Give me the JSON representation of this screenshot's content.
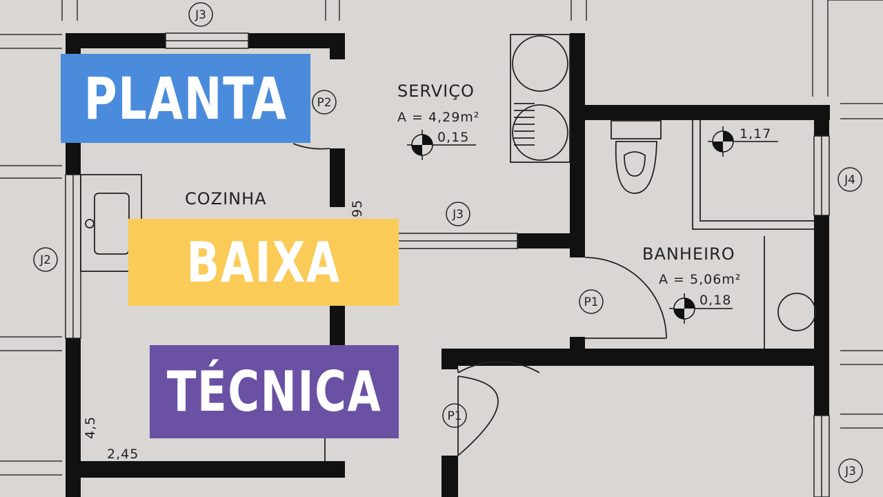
{
  "rooms": {
    "servico": {
      "name": "SERVIÇO",
      "area": "A = 4,29m²",
      "level": "0,15"
    },
    "cozinha": {
      "name": "COZINHA"
    },
    "banheiro": {
      "name": "BANHEIRO",
      "area": "A = 5,06m²",
      "level": "0,18"
    }
  },
  "levels": {
    "box": "1,17"
  },
  "dimensions": {
    "d95": "95",
    "d45": "4,5",
    "d245": "2,45"
  },
  "tags": {
    "j3_top": "J3",
    "j3_mid": "J3",
    "j3_bottom_right": "J3",
    "j2": "J2",
    "j4": "J4",
    "p2": "P2",
    "p1_bath": "P1",
    "p1_bottom": "P1"
  },
  "titles": {
    "line1": "PLANTA",
    "line2": "BAIXA",
    "line3": "TÉCNICA"
  },
  "colors": {
    "planta": "#4a8bdc",
    "baixa": "#fbcb57",
    "tecnica": "#6a51a4",
    "background": "#d9d6d3",
    "wall": "#111111"
  }
}
